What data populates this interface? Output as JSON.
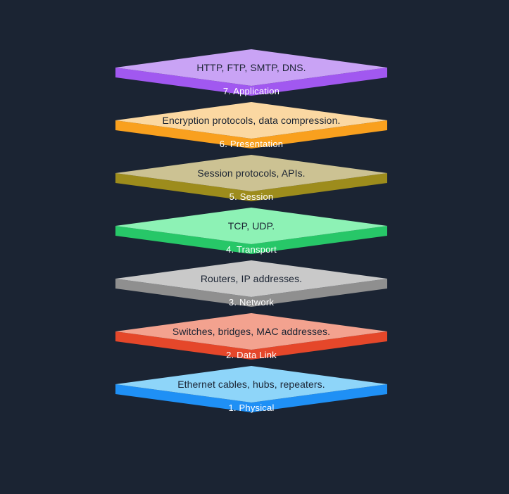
{
  "background_color": "#1b2433",
  "layers": [
    {
      "label": "7. Application",
      "protocols": "HTTP, FTP, SMTP, DNS.",
      "colors": {
        "top": "#c9a3f5",
        "side": "#a158f0"
      }
    },
    {
      "label": "6. Presentation",
      "protocols": "Encryption protocols, data compression.",
      "colors": {
        "top": "#fbd8a2",
        "side": "#f9a01e"
      }
    },
    {
      "label": "5. Session",
      "protocols": "Session protocols, APIs.",
      "colors": {
        "top": "#ccc293",
        "side": "#9d8c1c"
      }
    },
    {
      "label": "4. Transport",
      "protocols": "TCP, UDP.",
      "colors": {
        "top": "#8df2b5",
        "side": "#27c768"
      }
    },
    {
      "label": "3. Network",
      "protocols": "Routers, IP addresses.",
      "colors": {
        "top": "#c9c9c9",
        "side": "#8f8f8f"
      }
    },
    {
      "label": "2. Data Link",
      "protocols": "Switches, bridges, MAC addresses.",
      "colors": {
        "top": "#f3a28f",
        "side": "#e5472a"
      }
    },
    {
      "label": "1. Physical",
      "protocols": "Ethernet cables, hubs, repeaters.",
      "colors": {
        "top": "#8ed5f9",
        "side": "#1f90f5"
      }
    }
  ]
}
